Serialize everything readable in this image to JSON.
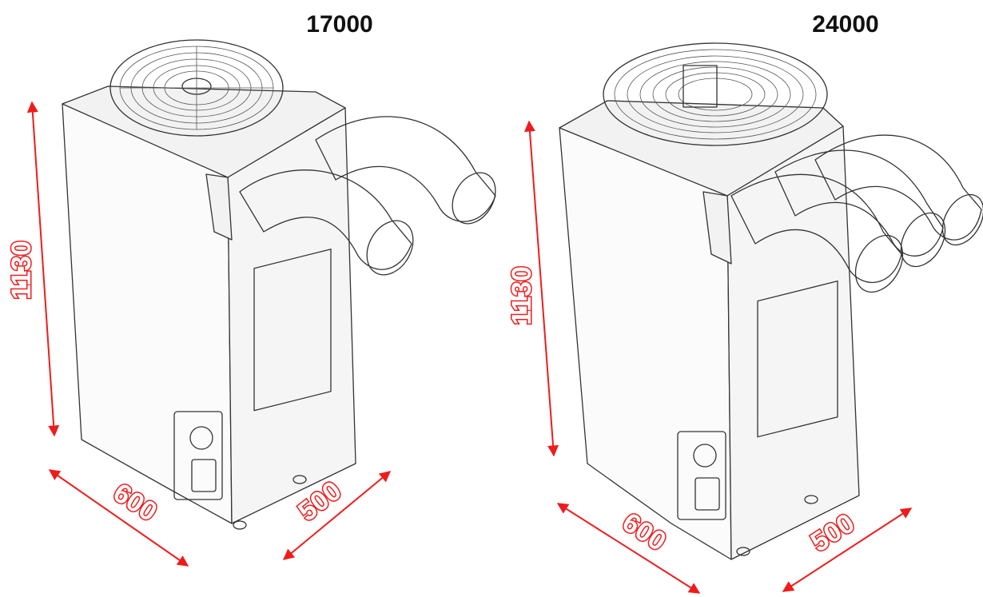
{
  "models": [
    {
      "title": "17000",
      "dimensions": {
        "height": "1130",
        "width": "600",
        "depth": "500"
      }
    },
    {
      "title": "24000",
      "dimensions": {
        "height": "1130",
        "width": "600",
        "depth": "500"
      }
    }
  ],
  "colors": {
    "arrow": "#ee1c1c",
    "text": "#111111",
    "outline": "#333333"
  }
}
